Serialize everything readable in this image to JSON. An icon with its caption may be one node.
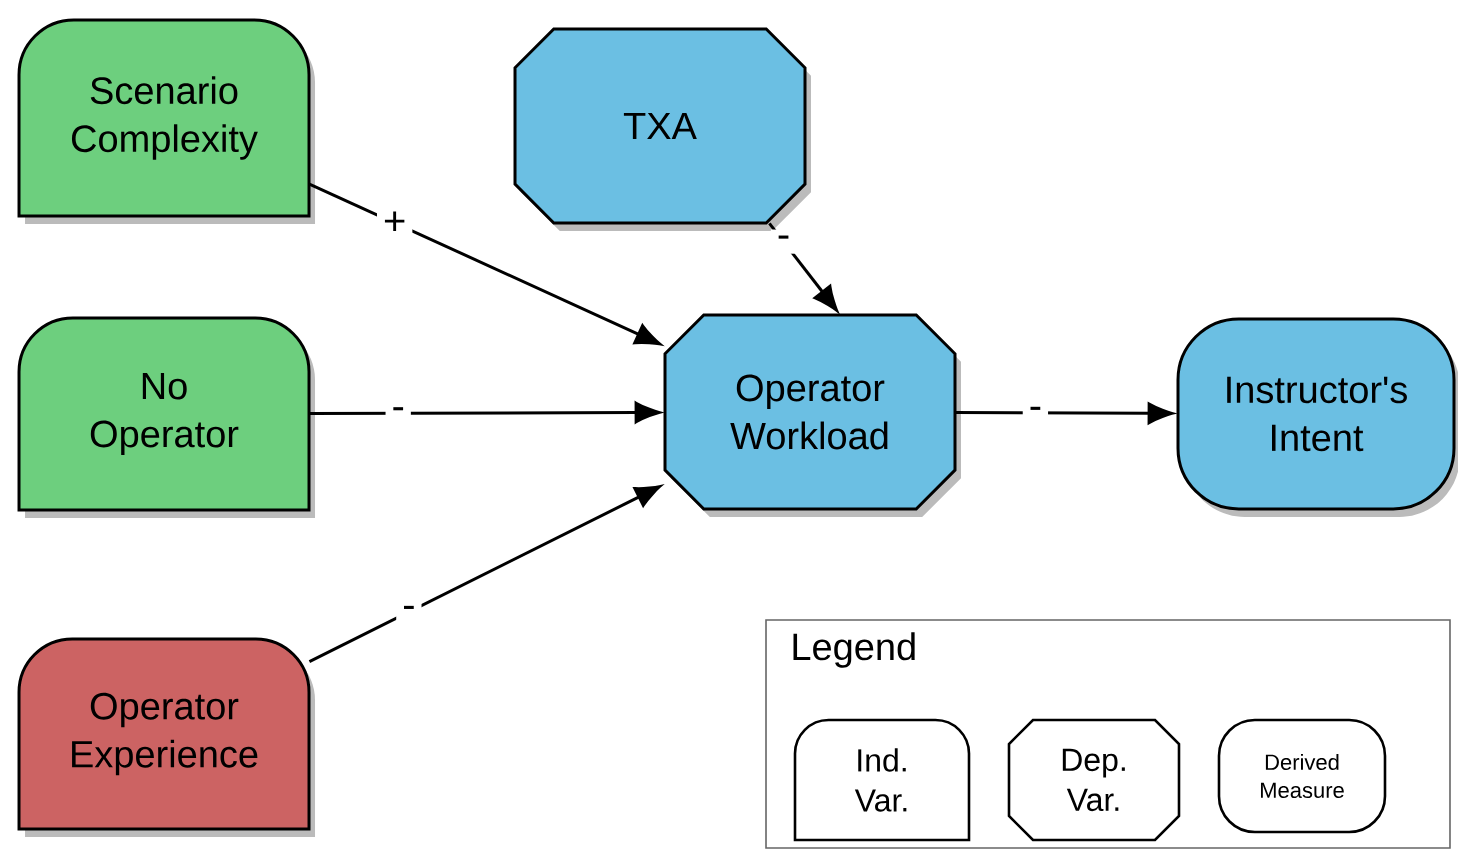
{
  "diagram": {
    "nodes": [
      {
        "text": [
          "Scenario Complexity"
        ]
      },
      {
        "text": [
          "TXA"
        ]
      },
      {
        "text": [
          "No Operator"
        ]
      },
      {
        "text": [
          "Operator Workload"
        ]
      },
      {
        "text": [
          "Instructor's Intent"
        ]
      },
      {
        "text": [
          "Operator Experience"
        ]
      },
      {
        "text": [
          "Legend"
        ]
      },
      {
        "text": [
          "Ind. Var."
        ],
        "in": 6
      },
      {
        "text": [
          "Dep. Var."
        ],
        "in": 6
      },
      {
        "text": [
          "Derived Measure"
        ],
        "in": 6
      }
    ],
    "edges": [
      {
        "from": 0,
        "to": 3,
        "arrow": "to",
        "label": "+"
      },
      {
        "from": 1,
        "to": 3,
        "arrow": "to",
        "label": "-"
      },
      {
        "from": 2,
        "to": 3,
        "arrow": "to",
        "label": "-"
      },
      {
        "from": 5,
        "to": 3,
        "arrow": "to",
        "label": "-"
      },
      {
        "from": 3,
        "to": 4,
        "arrow": "to",
        "label": "-"
      }
    ]
  }
}
